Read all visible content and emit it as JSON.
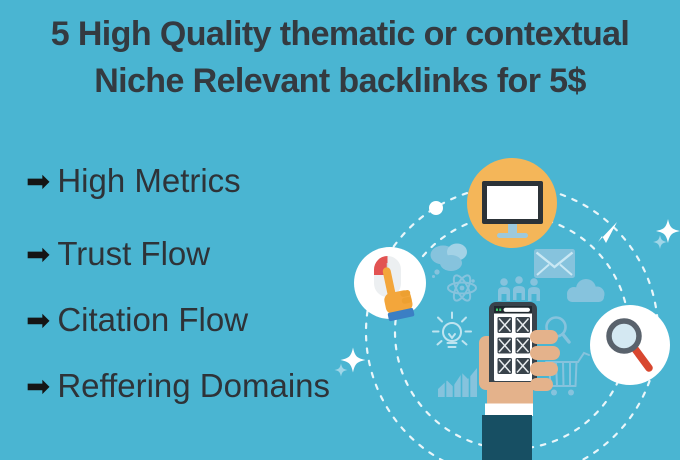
{
  "title": {
    "line1": "5 High Quality thematic or contextual",
    "line2": "Niche Relevant backlinks for 5$"
  },
  "features": [
    {
      "bullet": "➡",
      "label": "High Metrics"
    },
    {
      "bullet": "➡",
      "label": "Trust Flow"
    },
    {
      "bullet": "➡",
      "label": "Citation Flow"
    },
    {
      "bullet": "➡",
      "label": "Reffering Domains"
    }
  ],
  "colors": {
    "background": "#4ab5d2",
    "title_text": "#343a40",
    "list_text": "#2e3338",
    "bullet_arrow": "#151515",
    "badge_orange": "#f4b659",
    "badge_white": "#ffffff",
    "icon_light_blue": "#86c3dd",
    "phone_dark": "#39434b",
    "skin": "#e4b28b",
    "sleeve_dark_teal": "#174f63",
    "magnifier_handle_red": "#d8472f",
    "mouse_button_red": "#e25352",
    "click_hand_orange": "#f3a63b",
    "cuff_blue": "#3b7fc4",
    "monitor_frame": "#2c3338"
  },
  "illustration": {
    "description": "hand holding a smartphone surrounded by dashed orbit rings and flat marketing icons",
    "icons": [
      "monitor-icon",
      "mouse-click-icon",
      "magnifier-icon",
      "smartphone-icon",
      "chat-bubbles-icon",
      "atom-icon",
      "email-icon",
      "audience-icon",
      "cloud-icon",
      "paper-plane-icon",
      "lightbulb-icon",
      "growth-chart-icon",
      "search-outline-icon",
      "shopping-cart-icon",
      "sparkle-icon",
      "orbit-dot"
    ]
  }
}
